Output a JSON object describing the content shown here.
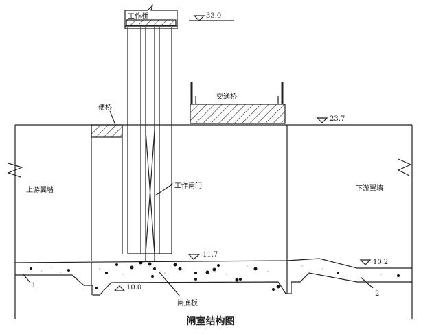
{
  "labels": {
    "work_bridge": "工作桥",
    "service_bridge": "便桥",
    "traffic_bridge": "交通桥",
    "work_gate": "工作闸门",
    "upstream_wingwall": "上游翼墙",
    "downstream_wingwall": "下游翼墙",
    "gate_floor": "闸底板",
    "mark_1": "1",
    "mark_2": "2"
  },
  "elevations": {
    "top": "33.0",
    "ground": "23.7",
    "floor_top": "11.7",
    "floor_bottom": "10.0",
    "downstream": "10.2"
  },
  "caption": "闸室结构图"
}
